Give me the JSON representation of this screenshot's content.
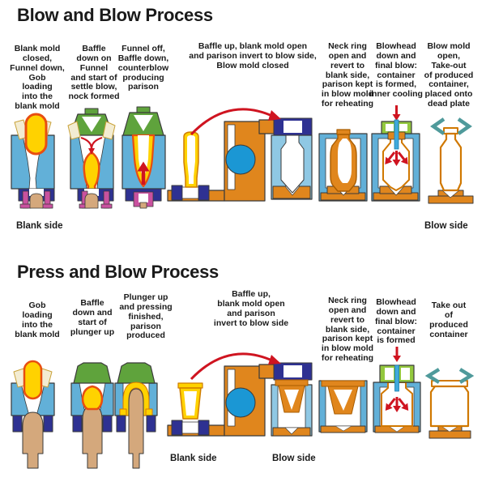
{
  "palette": {
    "background": "#ffffff",
    "text": "#1a1a1a",
    "mold_blue": "#62b0d8",
    "mold_blue_light": "#8fc8e4",
    "navy": "#2e3192",
    "orange": "#e0861d",
    "orange_dark": "#a85c00",
    "yellow": "#ffd200",
    "gob_outline": "#e84e10",
    "green_baffle": "#5fa33c",
    "green_blowhead": "#93c83e",
    "magenta": "#c9519f",
    "tan": "#d4a87c",
    "cream": "#f3ecd2",
    "gold": "#c9a23a",
    "teal": "#4f9a9b",
    "red": "#cf1420",
    "tube_blue": "#3fa9dc",
    "circle_blue": "#1b97d4",
    "outline": "#3a3a3a"
  },
  "sections": [
    {
      "id": "blow-and-blow",
      "title": "Blow and Blow Process",
      "steps": [
        {
          "label": "Blank mold\nclosed,\nFunnel down,\nGob\nloading\ninto the\nblank mold"
        },
        {
          "label": "Baffle\ndown on\nFunnel\nand start of\nsettle blow,\nnock formed"
        },
        {
          "label": "Funnel off,\nBaffle down,\ncounterblow\nproducing\nparison"
        },
        {
          "label": "Baffle up, blank mold open\nand parison invert to blow side,\nBlow mold closed"
        },
        {
          "label": "Neck ring\nopen and\nrevert to\nblank side,\nparison kept\nin blow mold\nfor reheating"
        },
        {
          "label": "Blowhead\ndown and\nfinal blow:\ncontainer\nis formed,\ninner cooling"
        },
        {
          "label": "Blow mold\nopen,\nTake-out\nof produced\ncontainer,\nplaced onto\ndead plate"
        }
      ],
      "blank_side": "Blank side",
      "blow_side": "Blow side"
    },
    {
      "id": "press-and-blow",
      "title": "Press and Blow Process",
      "steps": [
        {
          "label": "Gob\nloading\ninto the\nblank mold"
        },
        {
          "label": "Baffle\ndown and\nstart of\nplunger up"
        },
        {
          "label": "Plunger up\nand pressing\nfinished,\nparison\nproduced"
        },
        {
          "label": "Baffle up,\nblank mold open\nand parison\ninvert to blow side"
        },
        {
          "label": "Neck ring\nopen and\nrevert to\nblank side,\nparison kept\nin blow mold\nfor reheating"
        },
        {
          "label": "Blowhead\ndown and\nfinal blow:\ncontainer\nis formed"
        },
        {
          "label": "Take out\nof\nproduced\ncontainer"
        }
      ],
      "blank_side": "Blank side",
      "blow_side": "Blow side"
    }
  ]
}
